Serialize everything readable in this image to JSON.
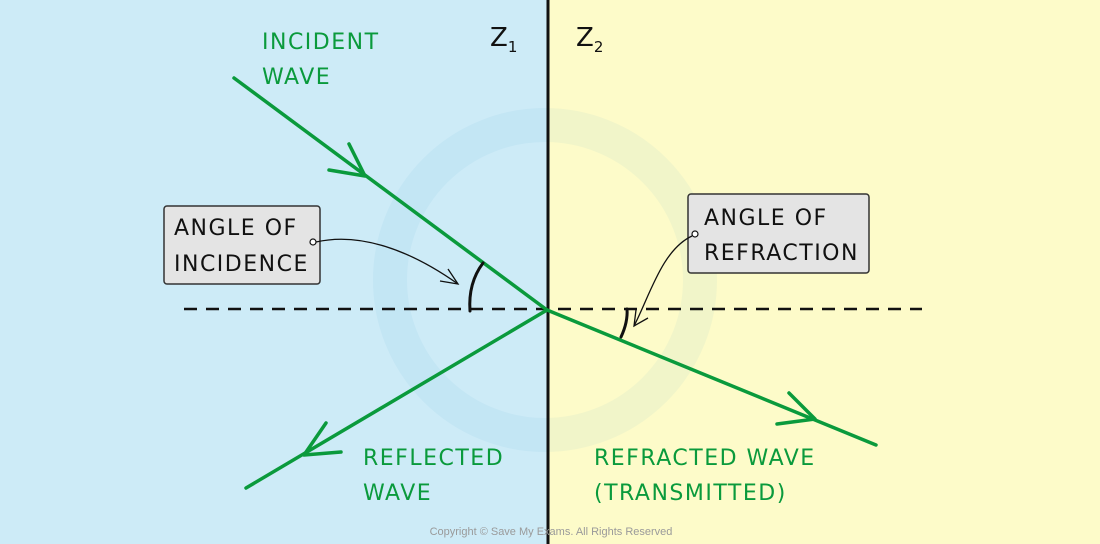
{
  "colors": {
    "medium1": "#cdebf7",
    "medium2": "#fdfbc9",
    "wave": "#0a9a3c",
    "ink": "#111111",
    "box": "#e4e4e4",
    "copyright": "#9a9a9a"
  },
  "boundary": {
    "z1": {
      "letter": "Z",
      "sub": "1"
    },
    "z2": {
      "letter": "Z",
      "sub": "2"
    }
  },
  "labels": {
    "incident_wave": [
      "INCIDENT",
      "WAVE"
    ],
    "reflected_wave": [
      "REFLECTED",
      "WAVE"
    ],
    "refracted_wave": [
      "REFRACTED WAVE",
      "(TRANSMITTED)"
    ],
    "angle_of_incidence": [
      "ANGLE OF",
      "INCIDENCE"
    ],
    "angle_of_refraction": [
      "ANGLE OF",
      "REFRACTION"
    ]
  },
  "copyright": "Copyright © Save My Exams. All Rights Reserved"
}
